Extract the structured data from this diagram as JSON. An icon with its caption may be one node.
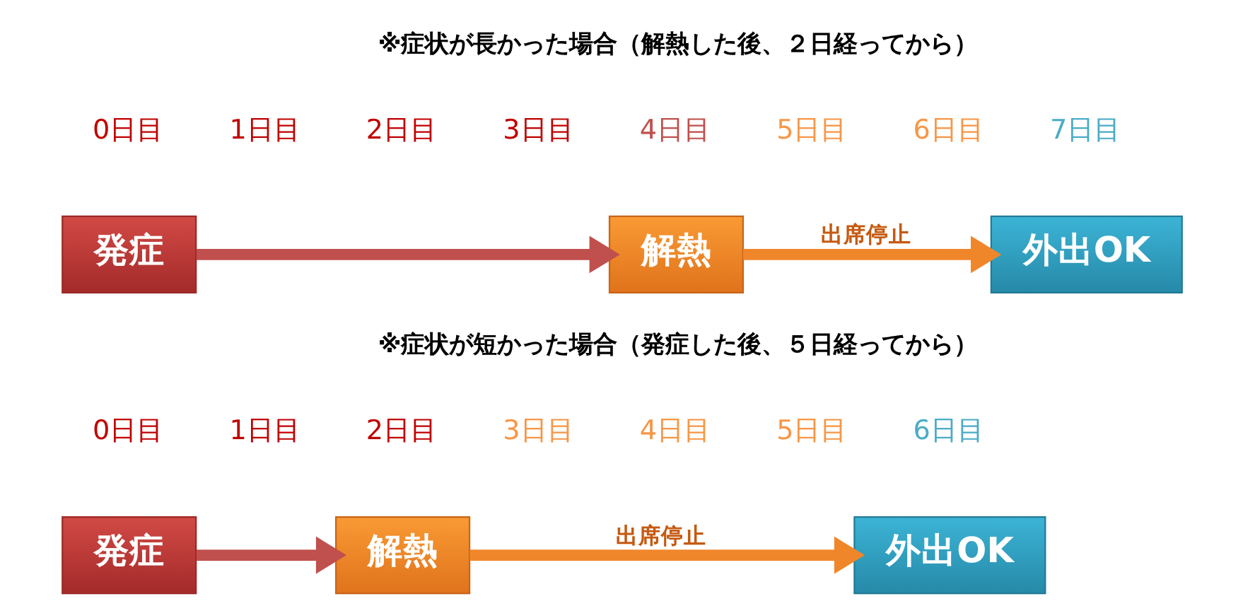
{
  "diagram": {
    "nodes": [
      {
        "text": [
          "発症"
        ]
      },
      {
        "text": [
          "解熱"
        ]
      },
      {
        "text": [
          "外出OK"
        ]
      },
      {
        "text": [
          "発症"
        ]
      },
      {
        "text": [
          "解熱"
        ]
      },
      {
        "text": [
          "外出OK"
        ]
      }
    ],
    "edges": [
      {
        "from": 0,
        "to": 1,
        "arrow": "to",
        "color": "#c0504d"
      },
      {
        "from": 1,
        "to": 2,
        "arrow": "to",
        "label": "出席停止"
      },
      {
        "from": 3,
        "to": 4,
        "arrow": "to",
        "color": "#c0504d"
      },
      {
        "from": 4,
        "to": 5,
        "arrow": "to",
        "label": "出席停止"
      }
    ],
    "labels": [
      "※症状が長かった場合（解熱した後、２日経ってから）",
      "0日目",
      "1日目",
      "2日目",
      "3日目",
      "4日目",
      "5日目",
      "6日目",
      "7日目",
      "※症状が短かった場合（発症した後、５日経ってから）",
      "0日目",
      "1日目",
      "2日目",
      "3日目",
      "4日目",
      "5日目",
      "6日目"
    ]
  }
}
